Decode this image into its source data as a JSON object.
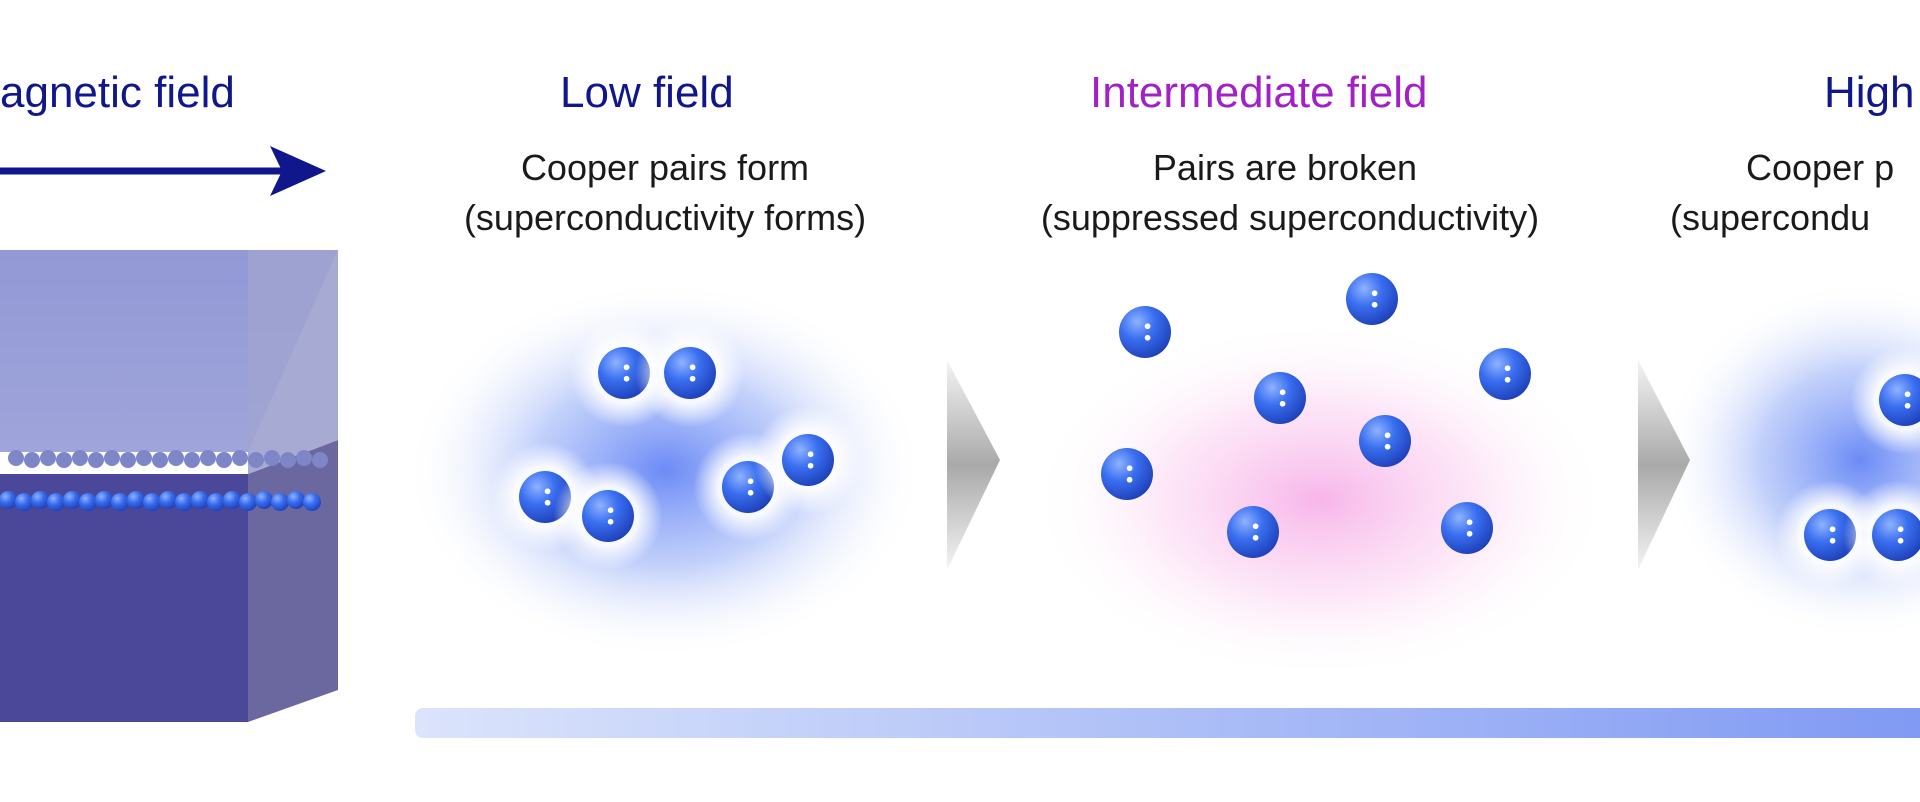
{
  "header": {
    "field_label": "agnetic field"
  },
  "panels": [
    {
      "title": "Low field",
      "line1": "Cooper pairs form",
      "line2": "(superconductivity forms)"
    },
    {
      "title": "Intermediate field",
      "line1": "Pairs are broken",
      "line2": "(suppressed superconductivity)"
    },
    {
      "title": "High",
      "line1": "Cooper p",
      "line2": "(supercondu"
    }
  ],
  "colors": {
    "navy": "#10168c",
    "magenta": "#a120c8",
    "electron": "#3b6cf0",
    "blue_cloud": "#6f8ff5",
    "pink_cloud": "#f7b6ea"
  }
}
